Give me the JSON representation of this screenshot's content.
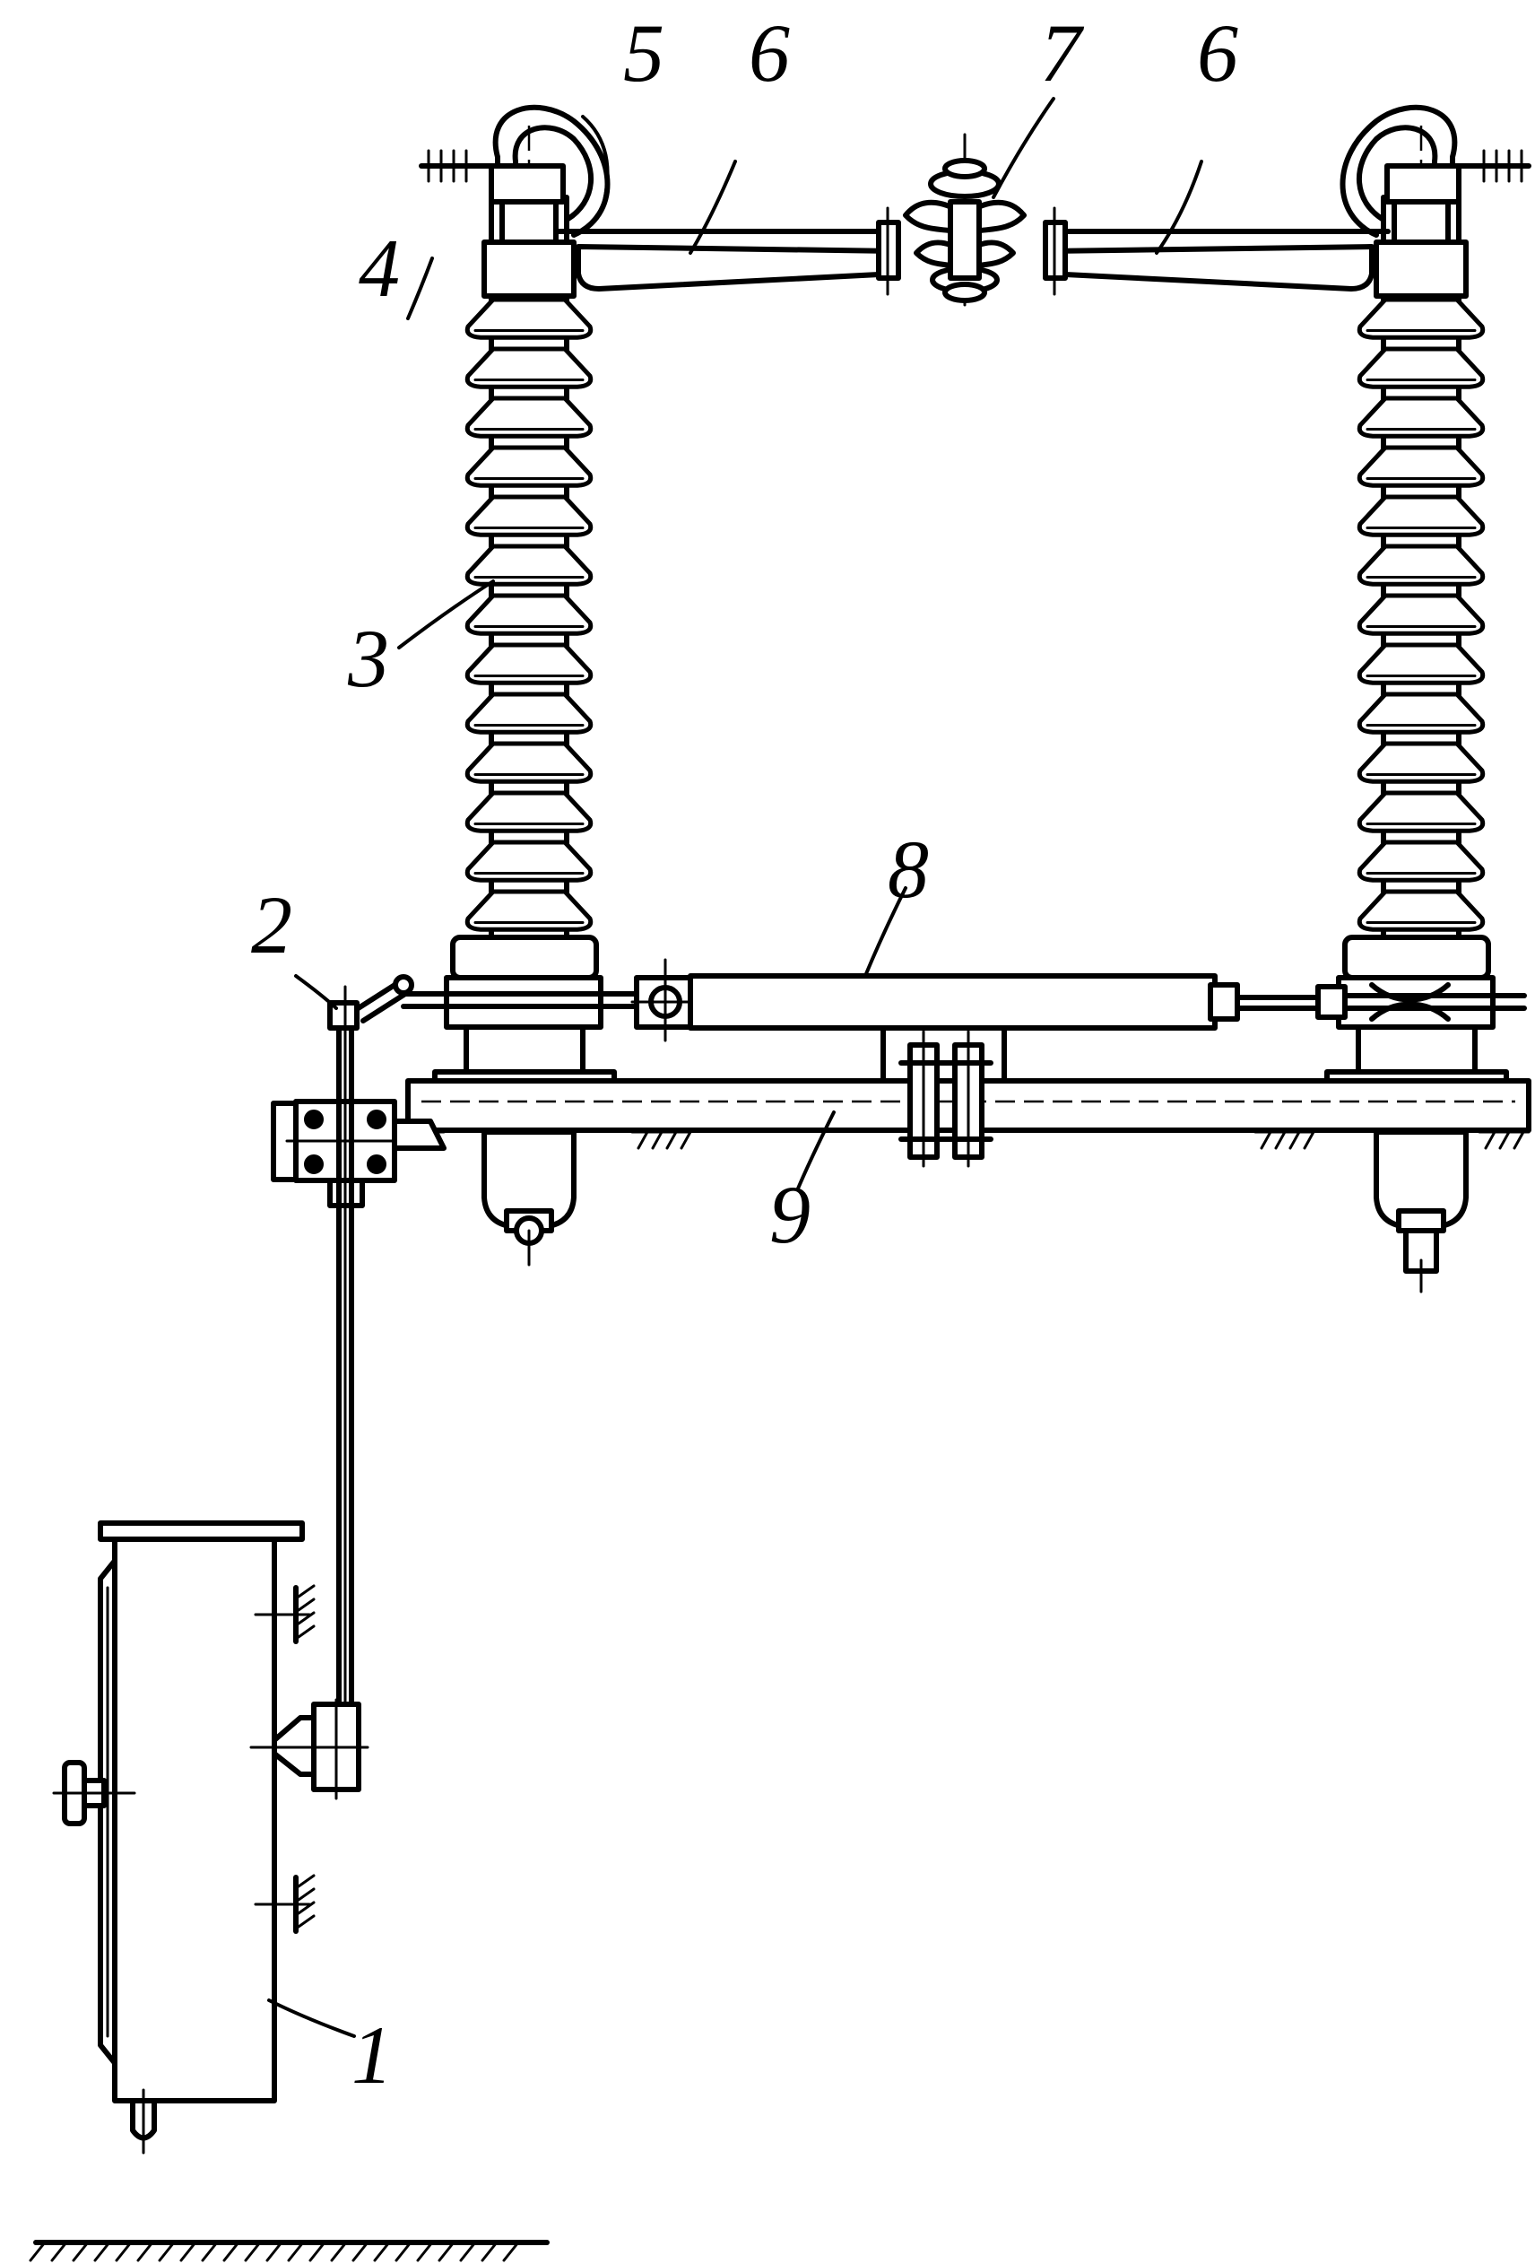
{
  "callouts": [
    {
      "id": "1",
      "text": "1"
    },
    {
      "id": "2",
      "text": "2"
    },
    {
      "id": "3",
      "text": "3"
    },
    {
      "id": "4",
      "text": "4"
    },
    {
      "id": "5",
      "text": "5"
    },
    {
      "id": "6a",
      "text": "6"
    },
    {
      "id": "6b",
      "text": "6"
    },
    {
      "id": "7",
      "text": "7"
    },
    {
      "id": "8",
      "text": "8"
    },
    {
      "id": "9",
      "text": "9"
    }
  ],
  "sheds_per_insulator": 13
}
